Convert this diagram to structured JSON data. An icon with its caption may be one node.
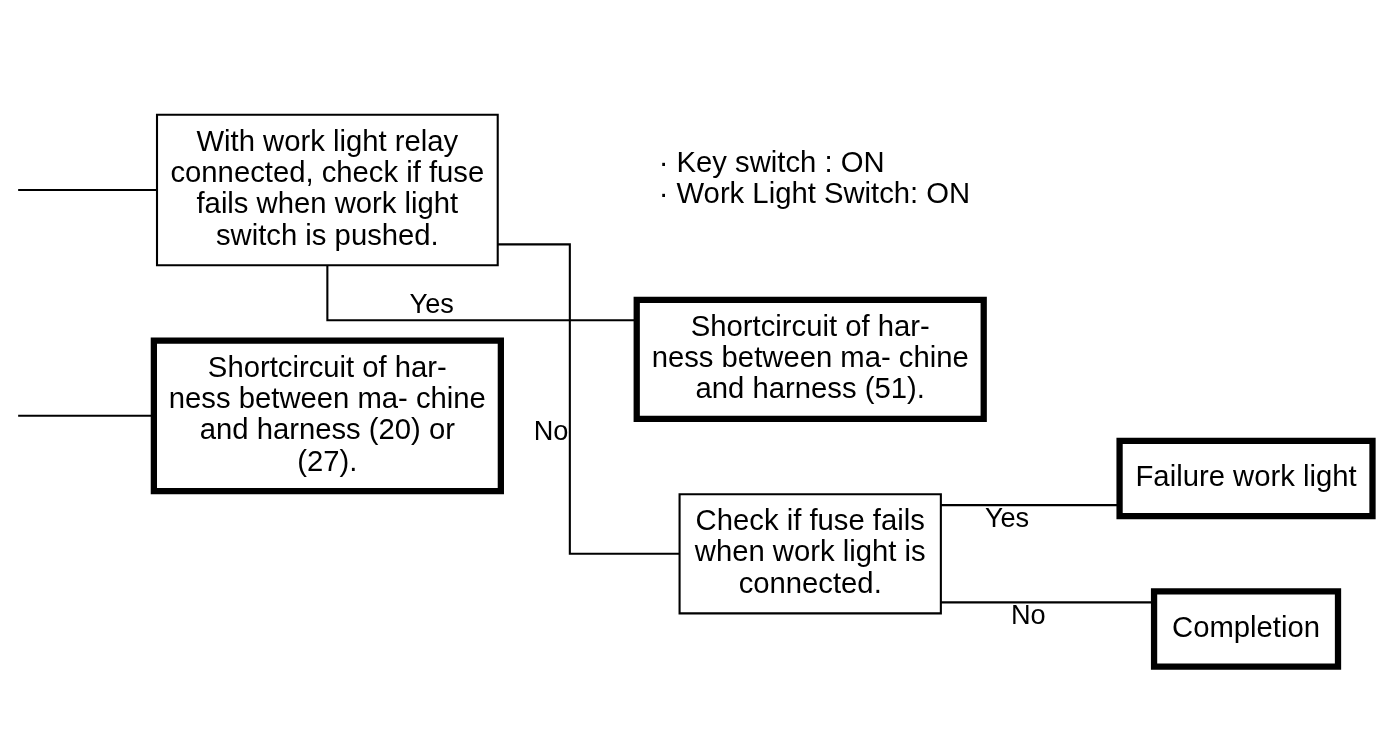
{
  "diagram": {
    "nodes": [
      {
        "text": [
          "Shortcircuit of har- ness between ma- chine and harness (20) or (27)."
        ]
      },
      {
        "text": [
          "Shortcircuit of har- ness between ma- chine and harness (51)."
        ]
      },
      {
        "text": [
          "With work light relay connected, check if fuse fails when work light switch is pushed."
        ],
        "beside": [
          "· Key switch : ON",
          "· Work Light Switch: ON"
        ]
      },
      {
        "text": [
          "Check if fuse fails when work light is connected."
        ]
      },
      {
        "text": [
          "Failure work light"
        ]
      },
      {
        "text": [
          "Completion"
        ]
      }
    ],
    "edges": [
      {
        "from": null,
        "to": 0,
        "arrow": "none"
      },
      {
        "from": null,
        "to": 2,
        "arrow": "none"
      },
      {
        "from": 2,
        "to": 1,
        "arrow": "none",
        "label": "Yes"
      },
      {
        "from": 2,
        "to": 3,
        "arrow": "none",
        "label": "No"
      },
      {
        "from": 3,
        "to": 4,
        "arrow": "none",
        "label": "Yes"
      },
      {
        "from": 3,
        "to": 5,
        "arrow": "none",
        "label": "No"
      }
    ]
  }
}
